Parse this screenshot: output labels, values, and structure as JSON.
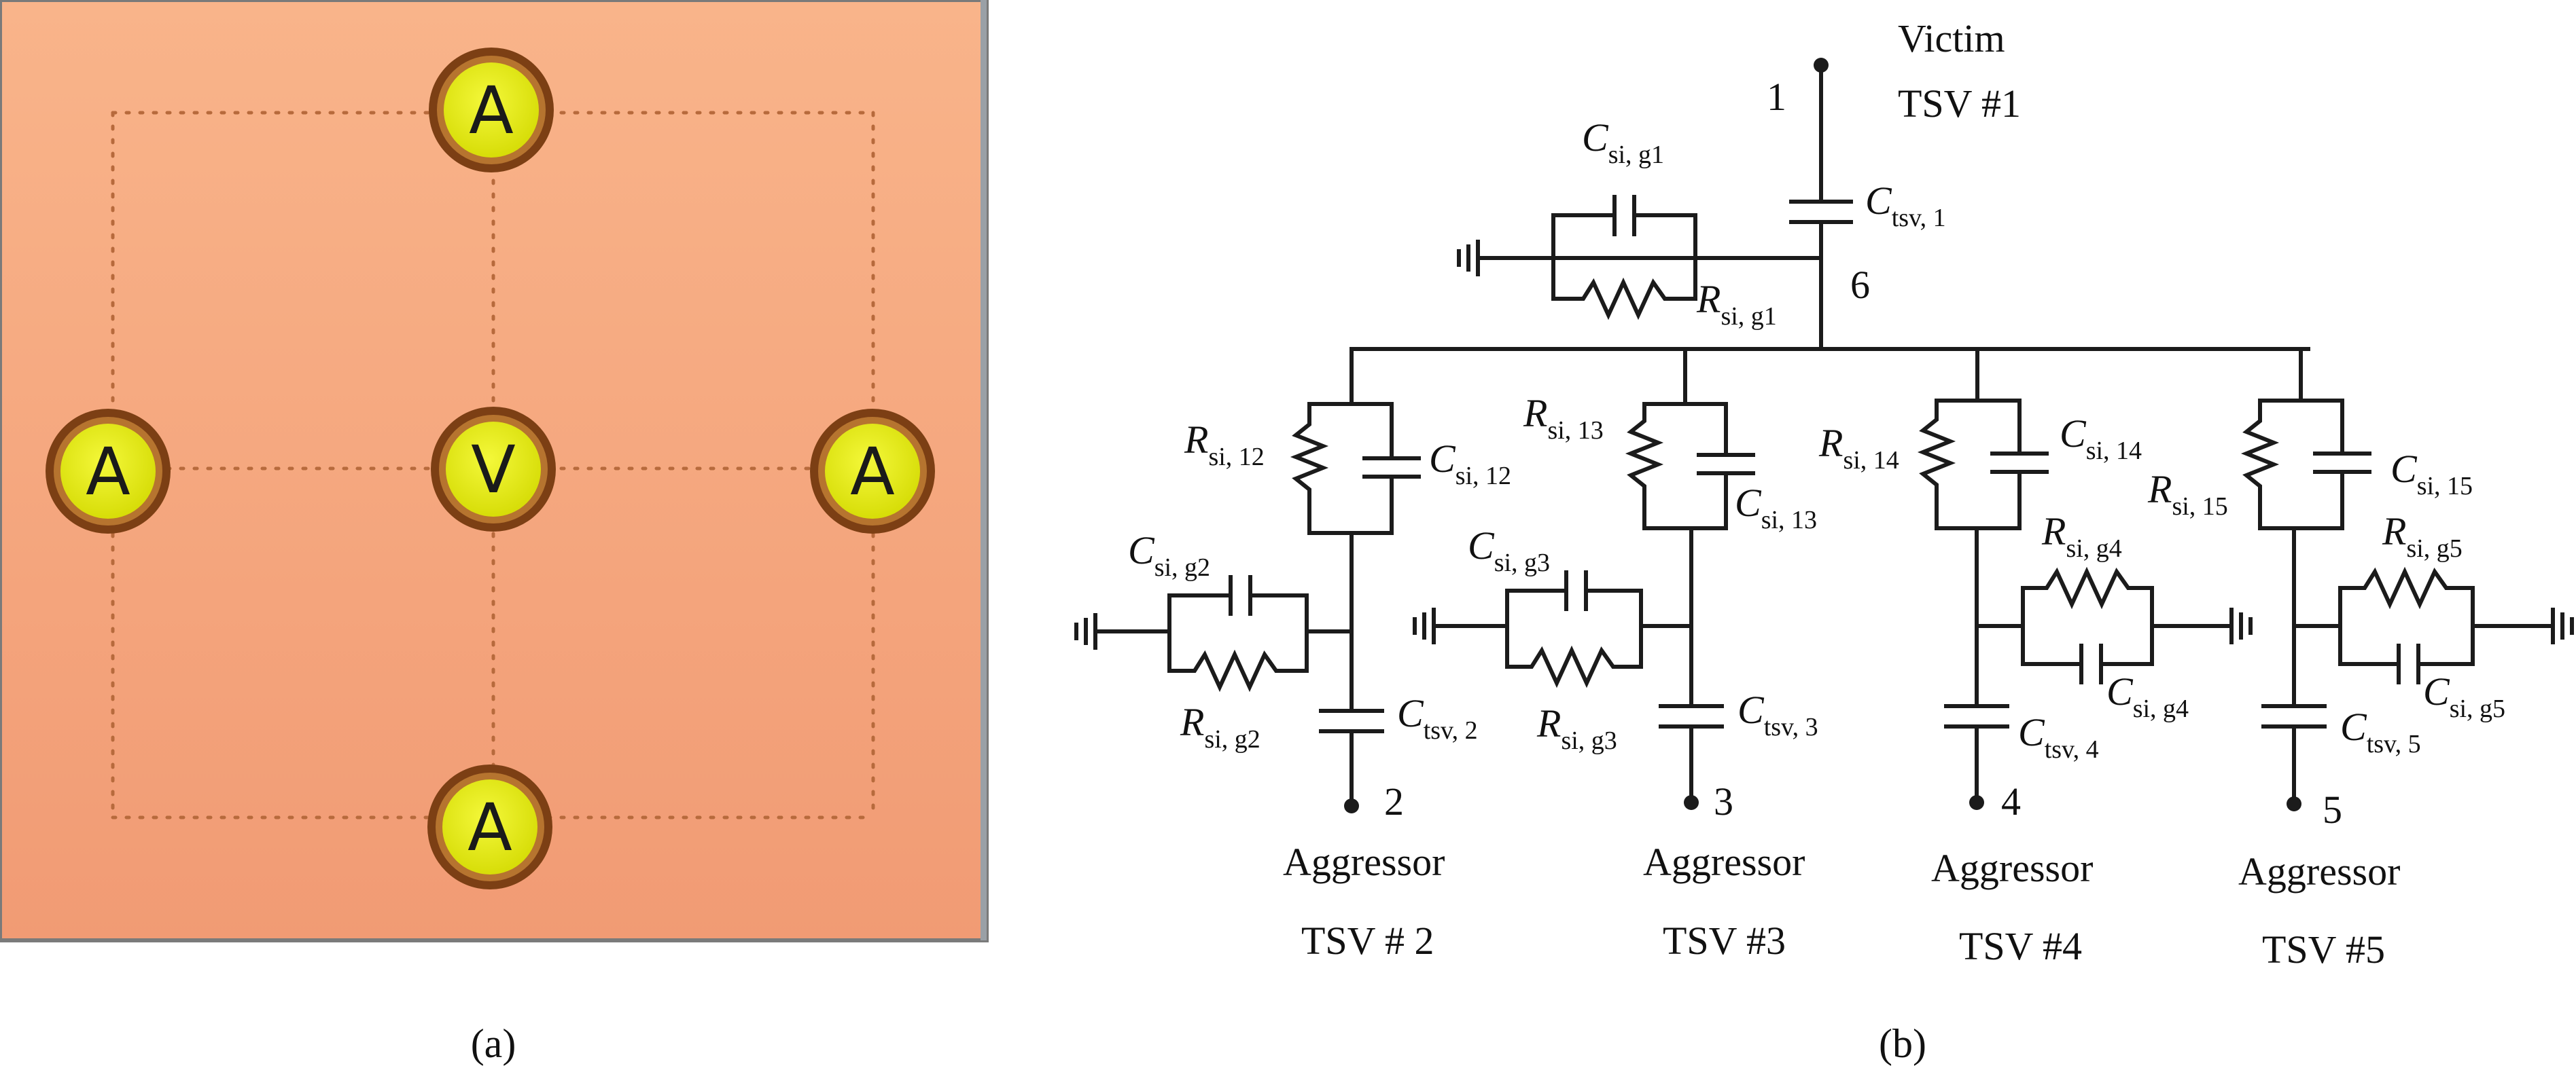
{
  "panel_a": {
    "caption": "(a)",
    "tsv_labels": {
      "top": "A",
      "left": "A",
      "center": "V",
      "right": "A",
      "bottom": "A"
    },
    "colors": {
      "background": "#f4a57f",
      "tsv_fill": "#e8ee10",
      "tsv_ring": "#8b4a1c"
    }
  },
  "panel_b": {
    "caption": "(b)",
    "victim": {
      "title": "Victim",
      "subtitle": "TSV #1",
      "node": "1"
    },
    "center_node": "6",
    "aggressors": [
      {
        "title": "Aggressor",
        "subtitle": "TSV # 2",
        "node": "2"
      },
      {
        "title": "Aggressor",
        "subtitle": "TSV #3",
        "node": "3"
      },
      {
        "title": "Aggressor",
        "subtitle": "TSV #4",
        "node": "4"
      },
      {
        "title": "Aggressor",
        "subtitle": "TSV #5",
        "node": "5"
      }
    ],
    "components": {
      "c_tsv_1": {
        "sym": "C",
        "sub": "tsv, 1"
      },
      "c_si_g1": {
        "sym": "C",
        "sub": "si, g1"
      },
      "r_si_g1": {
        "sym": "R",
        "sub": "si, g1"
      },
      "r_si_12": {
        "sym": "R",
        "sub": "si, 12"
      },
      "c_si_12": {
        "sym": "C",
        "sub": "si, 12"
      },
      "r_si_13": {
        "sym": "R",
        "sub": "si, 13"
      },
      "c_si_13": {
        "sym": "C",
        "sub": "si, 13"
      },
      "r_si_14": {
        "sym": "R",
        "sub": "si, 14"
      },
      "c_si_14": {
        "sym": "C",
        "sub": "si, 14"
      },
      "r_si_15": {
        "sym": "R",
        "sub": "si, 15"
      },
      "c_si_15": {
        "sym": "C",
        "sub": "si, 15"
      },
      "c_si_g2": {
        "sym": "C",
        "sub": "si, g2"
      },
      "r_si_g2": {
        "sym": "R",
        "sub": "si, g2"
      },
      "c_si_g3": {
        "sym": "C",
        "sub": "si, g3"
      },
      "r_si_g3": {
        "sym": "R",
        "sub": "si, g3"
      },
      "r_si_g4": {
        "sym": "R",
        "sub": "si, g4"
      },
      "c_si_g4": {
        "sym": "C",
        "sub": "si, g4"
      },
      "r_si_g5": {
        "sym": "R",
        "sub": "si, g5"
      },
      "c_si_g5": {
        "sym": "C",
        "sub": "si, g5"
      },
      "c_tsv_2": {
        "sym": "C",
        "sub": "tsv, 2"
      },
      "c_tsv_3": {
        "sym": "C",
        "sub": "tsv, 3"
      },
      "c_tsv_4": {
        "sym": "C",
        "sub": "tsv, 4"
      },
      "c_tsv_5": {
        "sym": "C",
        "sub": "tsv, 5"
      }
    }
  }
}
